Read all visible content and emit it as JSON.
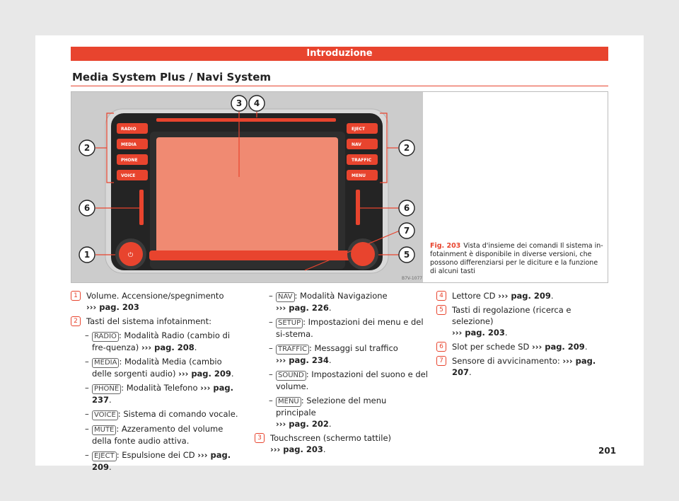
{
  "header": {
    "chapter": "Introduzione"
  },
  "section": {
    "title": "Media System Plus / Navi System"
  },
  "figure": {
    "label": "Fig. 203",
    "caption": "Vista d'insieme dei comandi Il sistema in-fotainment è disponibile in diverse versioni, che possono differenziarsi per le diciture e la funzione di alcuni tasti",
    "code": "B7V-1077",
    "left_buttons": [
      "RADIO",
      "MEDIA",
      "PHONE",
      "VOICE"
    ],
    "right_buttons": [
      "EJECT",
      "NAV",
      "TRAFFIC",
      "MENU"
    ],
    "callouts": [
      "1",
      "2",
      "2",
      "3",
      "4",
      "5",
      "6",
      "6",
      "7"
    ]
  },
  "items": {
    "i1": {
      "num": "1",
      "text": "Volume. Accensione/spegnimento",
      "ref": "››› pag. 203"
    },
    "i2": {
      "num": "2",
      "text": "Tasti del sistema infotainment:"
    },
    "s_radio": {
      "key": "RADIO",
      "text": ": Modalità Radio (cambio di fre-quenza)",
      "ref": "››› pag. 208"
    },
    "s_media": {
      "key": "MEDIA",
      "text": ": Modalità Media (cambio delle sorgenti audio)",
      "ref": "››› pag. 209"
    },
    "s_phone": {
      "key": "PHONE",
      "text": ": Modalità Telefono",
      "ref": "››› pag. 237"
    },
    "s_voice": {
      "key": "VOICE",
      "text": ": Sistema di comando vocale."
    },
    "s_mute": {
      "key": "MUTE",
      "text": ": Azzeramento del volume della fonte audio attiva."
    },
    "s_eject": {
      "key": "EJECT",
      "text": ": Espulsione dei CD",
      "ref": "››› pag. 209"
    },
    "s_nav": {
      "key": "NAV",
      "text": ": Modalità Navigazione",
      "ref": "››› pag. 226"
    },
    "s_setup": {
      "key": "SETUP",
      "text": ": Impostazioni dei menu e del si-stema."
    },
    "s_traffic": {
      "key": "TRAFFIC",
      "text": ": Messaggi sul traffico",
      "ref": "››› pag. 234"
    },
    "s_sound": {
      "key": "SOUND",
      "text": ": Impostazioni del suono e del volume."
    },
    "s_menu": {
      "key": "MENU",
      "text": ": Selezione del menu principale",
      "ref": "››› pag. 202"
    },
    "i3": {
      "num": "3",
      "text": "Touchscreen (schermo tattile)",
      "ref": "››› pag. 203"
    },
    "i4": {
      "num": "4",
      "text": "Lettore CD",
      "ref": "››› pag. 209"
    },
    "i5": {
      "num": "5",
      "text": "Tasti di regolazione (ricerca e selezione)",
      "ref": "››› pag. 203"
    },
    "i6": {
      "num": "6",
      "text": "Slot per schede SD",
      "ref": "››› pag. 209"
    },
    "i7": {
      "num": "7",
      "text": "Sensore di avvicinamento:",
      "ref": "››› pag. 207"
    }
  },
  "page_number": "201",
  "colors": {
    "accent": "#e8442e",
    "screen": "#f08a72",
    "bezel": "#1e1e1e"
  }
}
